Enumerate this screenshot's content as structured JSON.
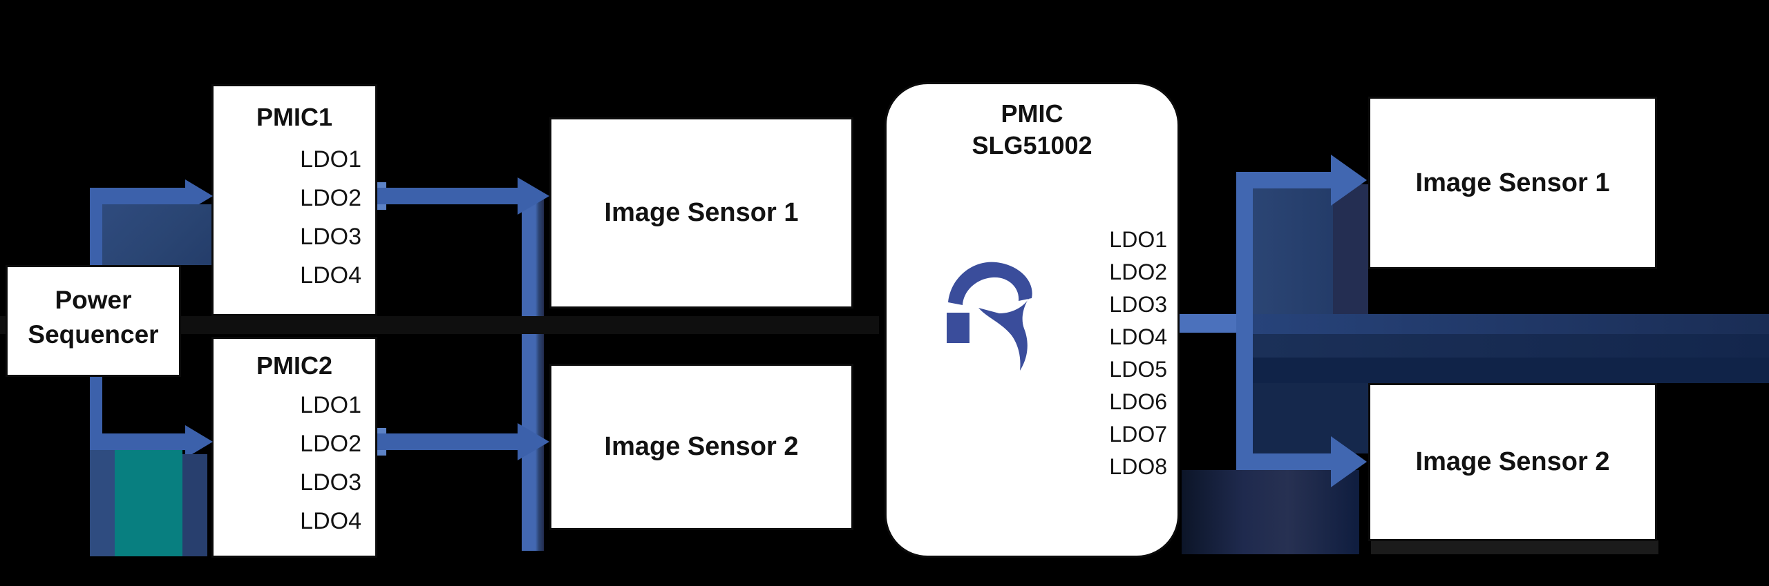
{
  "diagram": {
    "left": {
      "power_sequencer": {
        "line1": "Power",
        "line2": "Sequencer"
      },
      "pmic1": {
        "title": "PMIC1",
        "ldos": [
          "LDO1",
          "LDO2",
          "LDO3",
          "LDO4"
        ]
      },
      "pmic2": {
        "title": "PMIC2",
        "ldos": [
          "LDO1",
          "LDO2",
          "LDO3",
          "LDO4"
        ]
      },
      "image_sensor_1": {
        "label": "Image Sensor 1"
      },
      "image_sensor_2": {
        "label": "Image Sensor 2"
      }
    },
    "right": {
      "pmic": {
        "title_line1": "PMIC",
        "title_line2": "SLG51002",
        "logo": "renesas-r-logo",
        "ldos": [
          "LDO1",
          "LDO2",
          "LDO3",
          "LDO4",
          "LDO5",
          "LDO6",
          "LDO7",
          "LDO8"
        ]
      },
      "image_sensor_1": {
        "label": "Image Sensor 1"
      },
      "image_sensor_2": {
        "label": "Image Sensor 2"
      }
    },
    "colors": {
      "background": "#000000",
      "box_bg": "#ffffff",
      "arrow_blue": "#3c61ab",
      "rail_blue": "#4167b1",
      "stub_blue": "#4b71bc",
      "nub_blue": "#5c82c6",
      "teal": "#087f80",
      "shadow_navy": "#223a66",
      "logo_blue": "#3a4d9b"
    }
  }
}
